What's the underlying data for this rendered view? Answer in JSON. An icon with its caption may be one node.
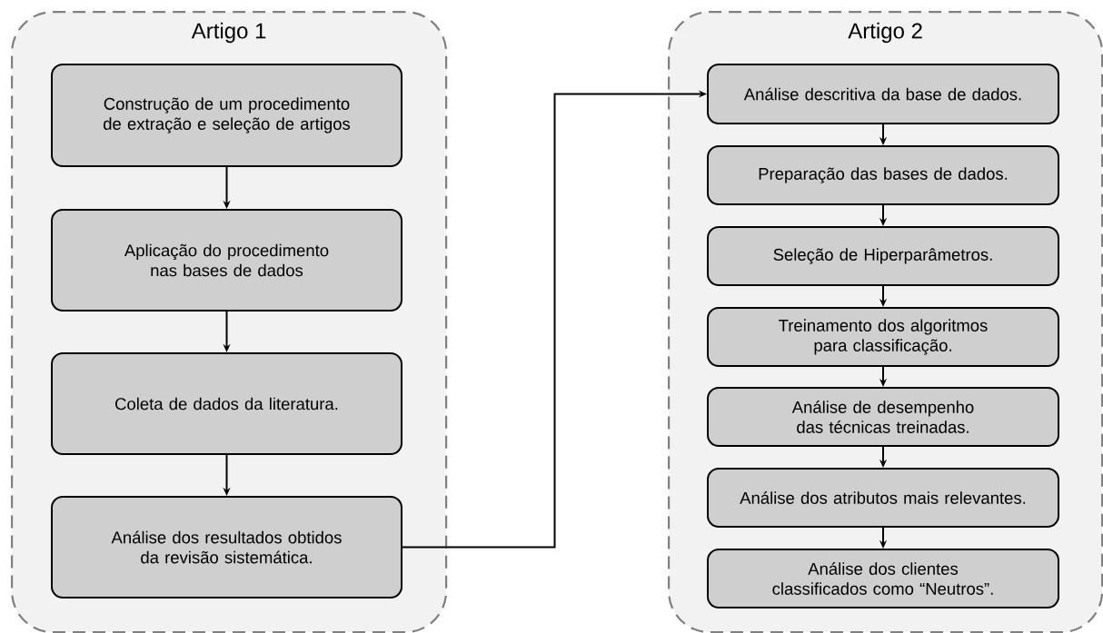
{
  "diagram": {
    "nodes": [
      {
        "text": [
          "Artigo 1"
        ]
      },
      {
        "text": [
          "Construção de um procedimento de extração e seleção de artigos"
        ],
        "in": 0
      },
      {
        "text": [
          "Aplicação do procedimento nas bases de dados"
        ],
        "in": 0
      },
      {
        "text": [
          "Coleta de dados da literatura."
        ],
        "in": 0
      },
      {
        "text": [
          "Análise dos resultados obtidos da revisão sistemática."
        ],
        "in": 0
      },
      {
        "text": [
          "Artigo 2"
        ]
      },
      {
        "text": [
          "Análise descritiva da base de dados."
        ],
        "in": 5
      },
      {
        "text": [
          "Preparação das bases de dados."
        ],
        "in": 5
      },
      {
        "text": [
          "Seleção de Hiperparâmetros."
        ],
        "in": 5
      },
      {
        "text": [
          "Treinamento dos algoritmos para classificação."
        ],
        "in": 5
      },
      {
        "text": [
          "Análise de desempenho das técnicas treinadas."
        ],
        "in": 5
      },
      {
        "text": [
          "Análise dos atributos mais relevantes."
        ],
        "in": 5
      },
      {
        "text": [
          "Análise dos clientes classificados como “Neutros”."
        ],
        "in": 5
      }
    ],
    "edges": [
      {
        "from": 1,
        "to": 2,
        "arrow": "to"
      },
      {
        "from": 2,
        "to": 3,
        "arrow": "to"
      },
      {
        "from": 3,
        "to": 4,
        "arrow": "to"
      },
      {
        "from": 4,
        "to": 6,
        "arrow": "to"
      },
      {
        "from": 6,
        "to": 7,
        "arrow": "to"
      },
      {
        "from": 7,
        "to": 8,
        "arrow": "to"
      },
      {
        "from": 8,
        "to": 9,
        "arrow": "to"
      },
      {
        "from": 9,
        "to": 10,
        "arrow": "to"
      },
      {
        "from": 10,
        "to": 11,
        "arrow": "to"
      },
      {
        "from": 11,
        "to": 12,
        "arrow": "to"
      }
    ]
  }
}
